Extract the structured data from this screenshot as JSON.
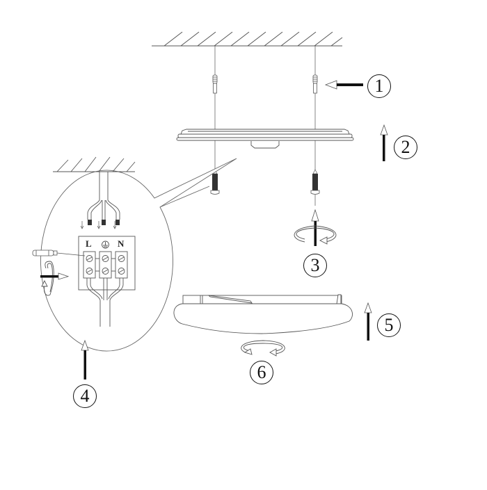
{
  "diagram": {
    "type": "installation-instructions",
    "subject": "ceiling light fixture mounting",
    "colors": {
      "line": "#555555",
      "dark": "#111111",
      "background": "#ffffff"
    },
    "steps": [
      {
        "id": 1,
        "label": "1",
        "description": "wall plugs inserted in ceiling"
      },
      {
        "id": 2,
        "label": "2",
        "description": "raise mounting base to ceiling"
      },
      {
        "id": 3,
        "label": "3",
        "description": "screw in mounting screws"
      },
      {
        "id": 4,
        "label": "4",
        "description": "connect wires to terminal block"
      },
      {
        "id": 5,
        "label": "5",
        "description": "raise diffuser cover"
      },
      {
        "id": 6,
        "label": "6",
        "description": "rotate cover to lock"
      }
    ],
    "terminal_block": {
      "labels": [
        "L",
        "⏚",
        "N"
      ],
      "terminals": [
        {
          "name": "live",
          "label": "L"
        },
        {
          "name": "earth",
          "label": "⏚"
        },
        {
          "name": "neutral",
          "label": "N"
        }
      ]
    }
  }
}
